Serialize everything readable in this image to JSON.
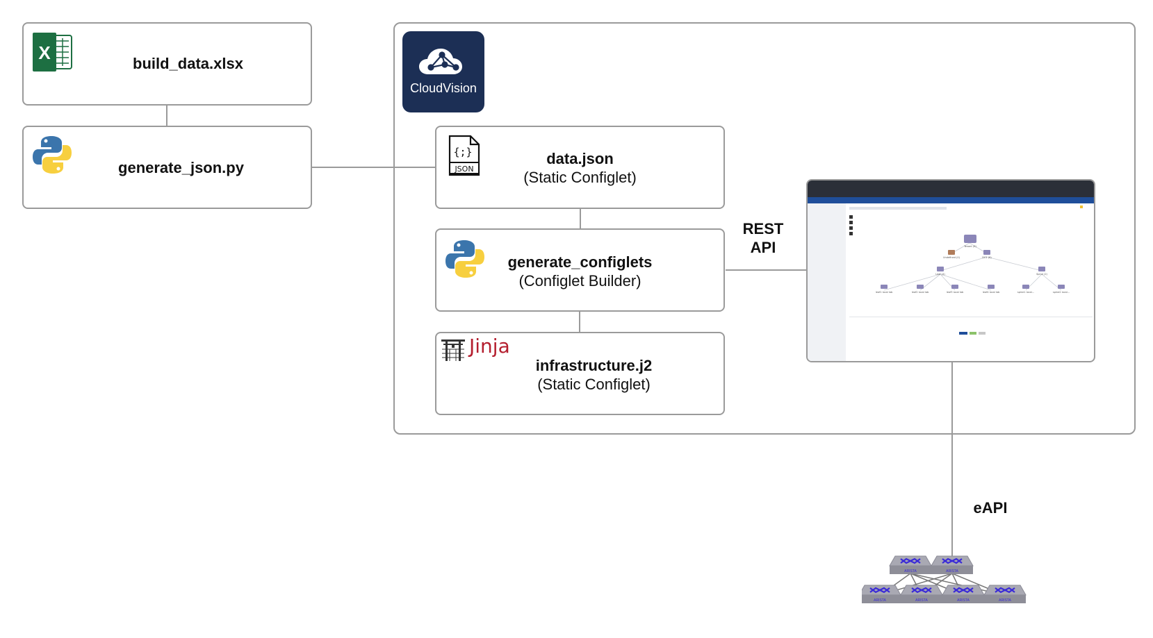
{
  "left_boxes": {
    "excel": {
      "title": "build_data.xlsx",
      "icon": "excel-icon"
    },
    "generator": {
      "title": "generate_json.py",
      "icon": "python-icon"
    }
  },
  "cloudvision": {
    "logo_text": "CloudVision",
    "icon": "cloud-network-icon",
    "configlets": [
      {
        "title": "data.json",
        "subtitle": "(Static Configlet)",
        "icon": "json-file-icon"
      },
      {
        "title": "generate_configlets",
        "subtitle": "(Configlet Builder)",
        "icon": "python-icon"
      },
      {
        "title": "infrastructure.j2",
        "subtitle": "(Static Configlet)",
        "icon": "jinja-icon",
        "icon_text": "Jinja"
      }
    ],
    "api_label_line1": "REST",
    "api_label_line2": "API",
    "screenshot": {
      "nodes": [
        "Tenant (6)",
        "Undefined (0)",
        "DC1 (6)",
        "Leaf (4)",
        "Spine (2)"
      ],
      "leaves": [
        "leaf1 local lab",
        "leaf2 local lab",
        "leaf3 local lab",
        "leaf4 local lab",
        "spine1 local...",
        "spine2 local..."
      ]
    }
  },
  "eapi_label": "eAPI",
  "switches": {
    "label": "ARISTA",
    "count": 6
  }
}
